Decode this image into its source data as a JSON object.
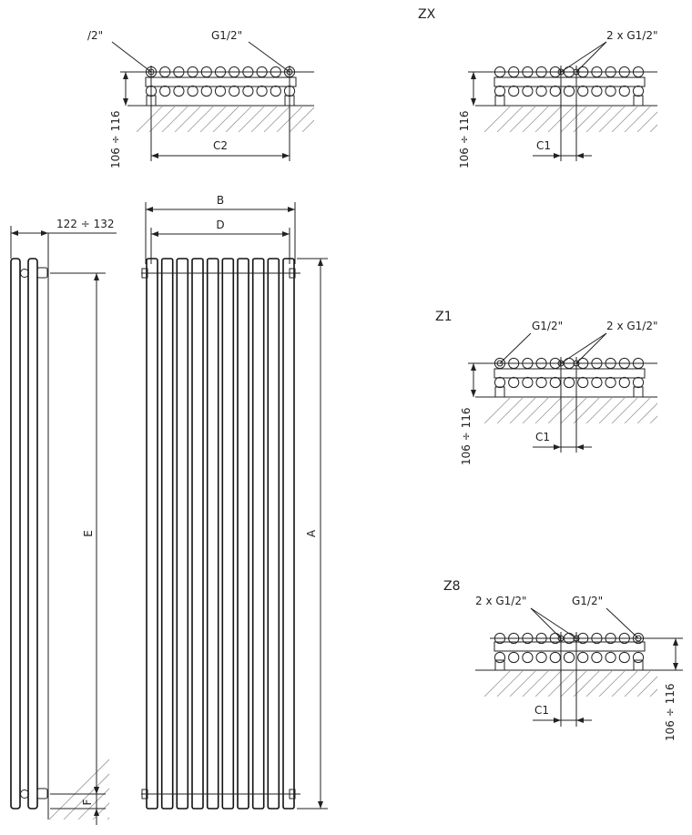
{
  "top_left": {
    "connection_left": "/2\"",
    "connection_right": "G1/2\"",
    "dim_height": "106 ÷ 116",
    "dim_width": "C2"
  },
  "zx": {
    "title": "ZX",
    "connection": "2 x G1/2\"",
    "dim_height": "106 ÷ 116",
    "dim_offset": "C1"
  },
  "z1": {
    "title": "Z1",
    "connection_left": "G1/2\"",
    "connection_right": "2 x G1/2\"",
    "dim_height": "106 ÷ 116",
    "dim_offset": "C1"
  },
  "z8": {
    "title": "Z8",
    "connection_left": "2 x G1/2\"",
    "connection_right": "G1/2\"",
    "dim_height": "106 ÷ 116",
    "dim_offset": "C1"
  },
  "side_view": {
    "dim_depth": "122 ÷ 132",
    "dim_e": "E",
    "dim_f": "F"
  },
  "front_view": {
    "dim_b": "B",
    "dim_d": "D",
    "dim_a": "A"
  }
}
